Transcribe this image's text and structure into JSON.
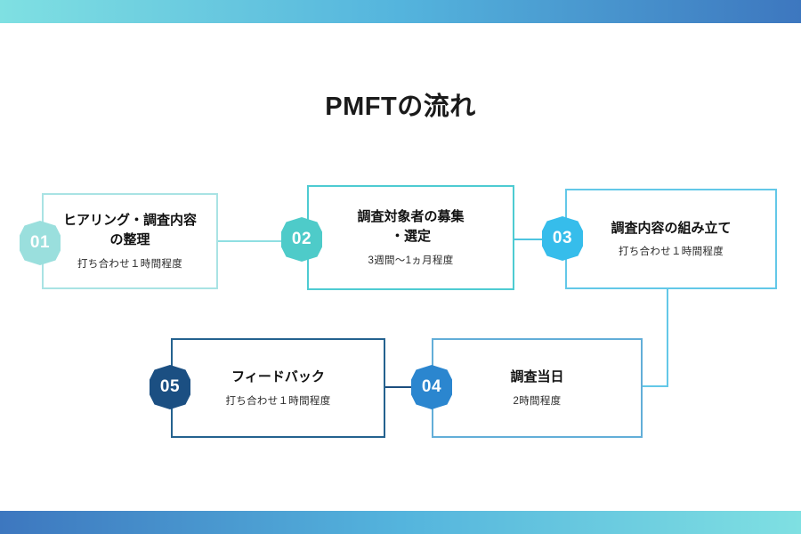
{
  "slide": {
    "title": "PMFTの流れ",
    "background_color": "#ffffff"
  },
  "decor": {
    "top_bar": {
      "name": "top-gradient-bar",
      "gradient_from": "#7fe0e2",
      "gradient_to": "#3d77bf"
    },
    "bottom_bar": {
      "name": "bottom-gradient-bar",
      "gradient_from": "#3d77bf",
      "gradient_to": "#7fe0e2"
    }
  },
  "steps": [
    {
      "number": "01",
      "title": "ヒアリング・調査内容\nの整理",
      "duration": "打ち合わせ１時間程度",
      "badge_color": "#9adfdd",
      "border_color": "#a9e3e4"
    },
    {
      "number": "02",
      "title": "調査対象者の募集\n・選定",
      "duration": "3週間〜1ヵ月程度",
      "badge_color": "#4ecbc9",
      "border_color": "#4ecbd2"
    },
    {
      "number": "03",
      "title": "調査内容の組み立て",
      "duration": "打ち合わせ１時間程度",
      "badge_color": "#36bdeb",
      "border_color": "#63c8e8"
    },
    {
      "number": "04",
      "title": "調査当日",
      "duration": "2時間程度",
      "badge_color": "#2b86cf",
      "border_color": "#62aed8"
    },
    {
      "number": "05",
      "title": "フィードバック",
      "duration": "打ち合わせ１時間程度",
      "badge_color": "#1b4f82",
      "border_color": "#24628f"
    }
  ],
  "connectors": [
    {
      "name": "connector-01-02",
      "color": "#8fdfe2"
    },
    {
      "name": "connector-02-03",
      "color": "#4ec4e0"
    },
    {
      "name": "connector-03-04",
      "color": "#63c8e8"
    },
    {
      "name": "connector-04-05",
      "color": "#1c4e7e"
    }
  ]
}
